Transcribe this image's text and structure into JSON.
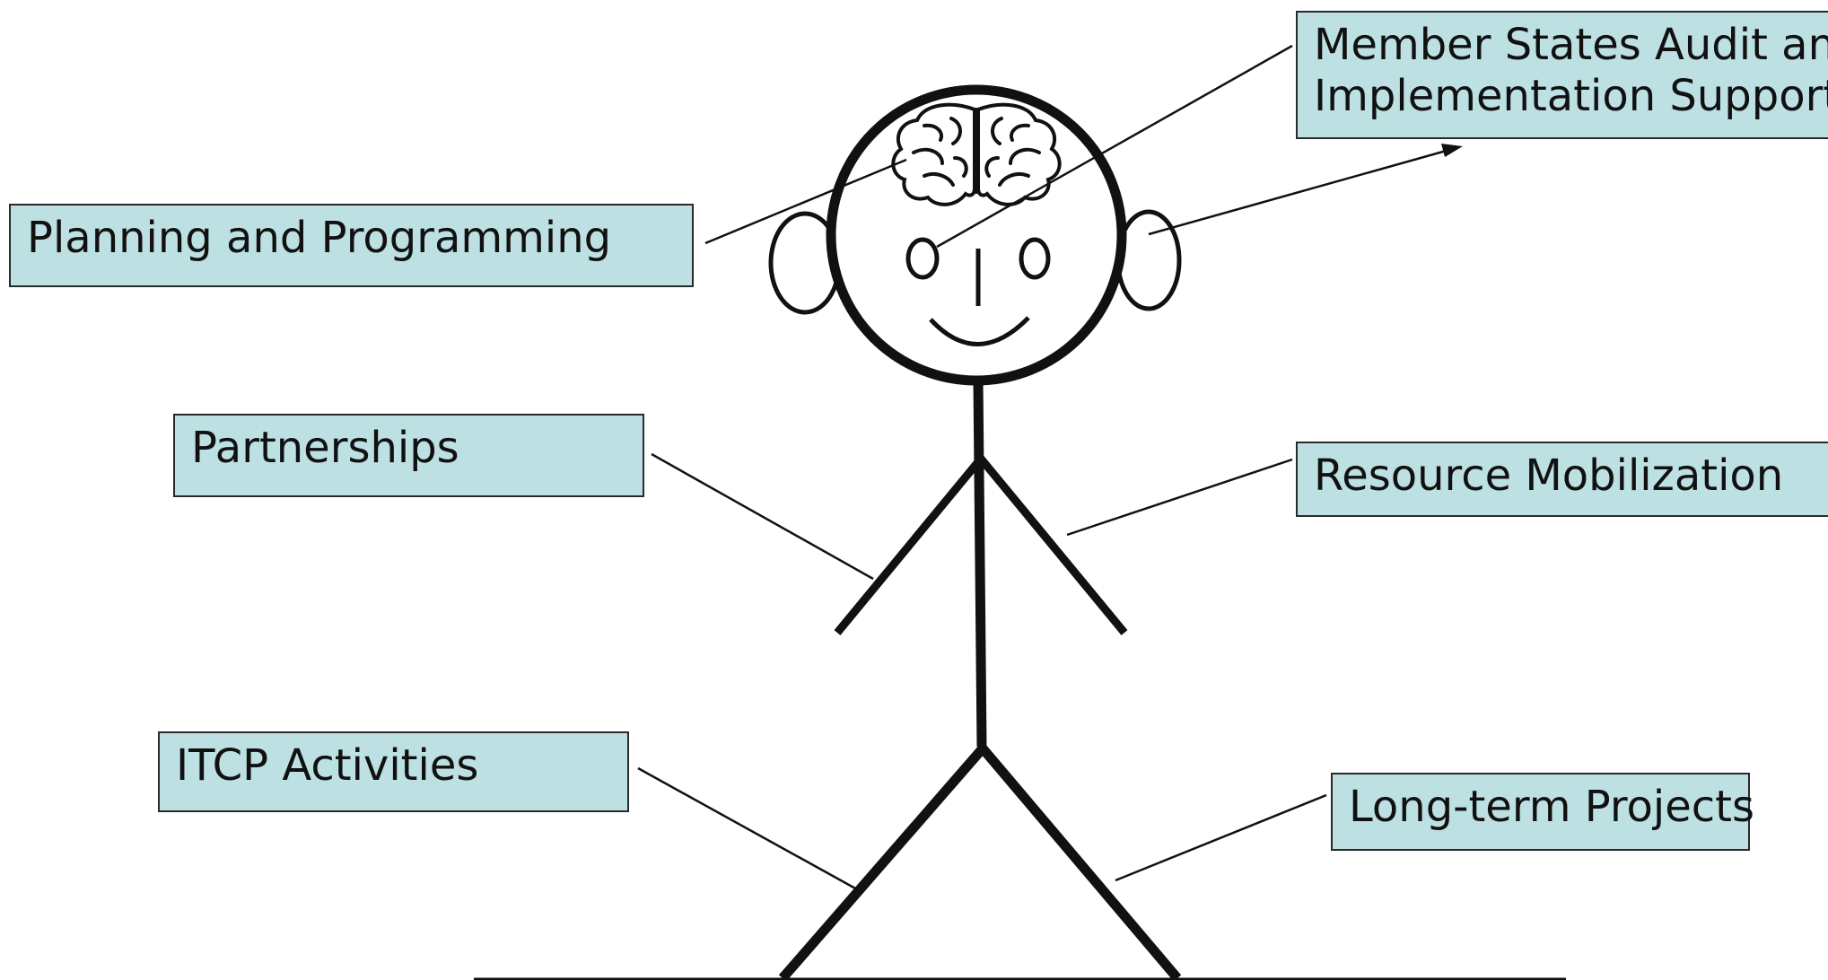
{
  "labels": {
    "planning": "Planning and Programming",
    "member_line1": "Member States Audit and",
    "member_line2": "Implementation Support",
    "partnerships": "Partnerships",
    "resource": "Resource Mobilization",
    "itcp": "ITCP Activities",
    "longterm": "Long-term Projects"
  },
  "colors": {
    "box_fill": "#bde0e3",
    "stroke": "#111111"
  },
  "icons": [
    "brain-icon"
  ]
}
